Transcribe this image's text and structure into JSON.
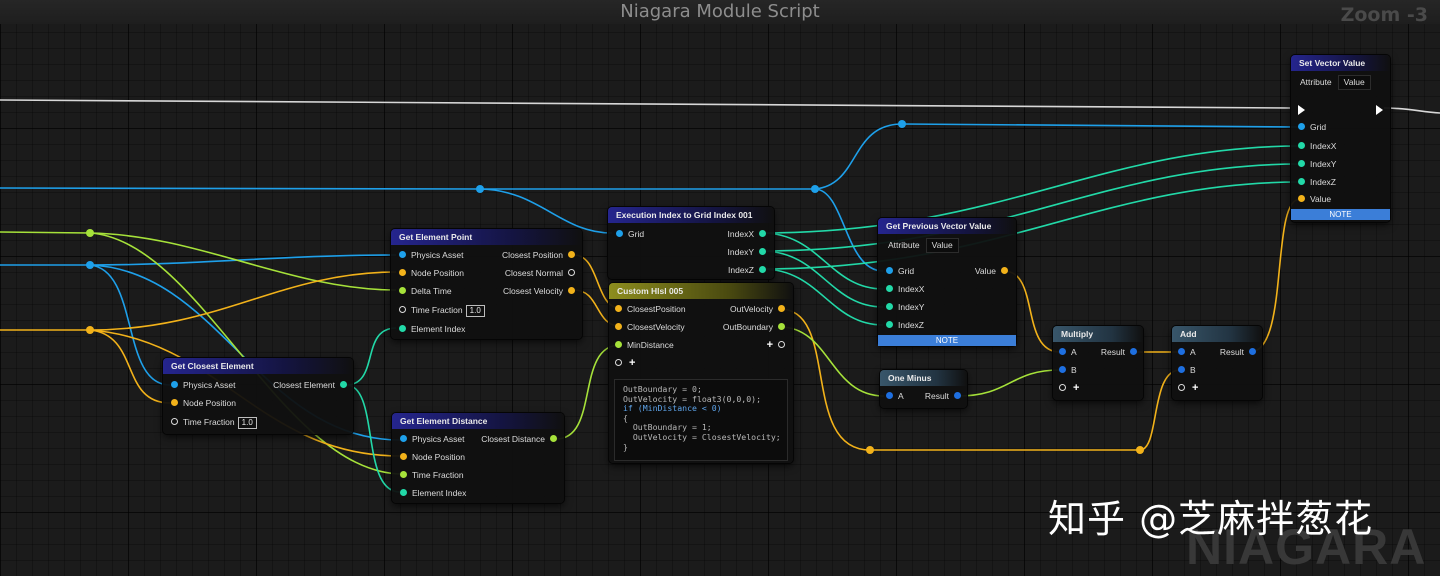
{
  "window": {
    "title": "Niagara Module Script",
    "zoom": "Zoom -3"
  },
  "colors": {
    "vector": "#f2b21a",
    "int": "#22d9a8",
    "float": "#a6e23a",
    "object": "#1ea0ea",
    "exec": "#ffffff",
    "note": "#3b7ed8"
  },
  "nodes": {
    "get_closest_element": {
      "title": "Get Closest Element",
      "inputs": [
        "Physics Asset",
        "Node Position",
        "Time Fraction"
      ],
      "time_fraction_value": "1.0",
      "output": "Closest Element"
    },
    "get_element_point": {
      "title": "Get Element Point",
      "inputs": [
        "Physics Asset",
        "Node Position",
        "Delta Time",
        "Time Fraction",
        "Element Index"
      ],
      "time_fraction_value": "1.0",
      "outputs": [
        "Closest Position",
        "Closest Normal",
        "Closest Velocity"
      ]
    },
    "get_element_distance": {
      "title": "Get Element Distance",
      "inputs": [
        "Physics Asset",
        "Node Position",
        "Time Fraction",
        "Element Index"
      ],
      "output": "Closest Distance"
    },
    "execution_index": {
      "title": "Execution Index to Grid Index 001",
      "input": "Grid",
      "outputs": [
        "IndexX",
        "IndexY",
        "IndexZ"
      ]
    },
    "custom_hlsl": {
      "title": "Custom Hlsl 005",
      "inputs": [
        "ClosestPosition",
        "ClosestVelocity",
        "MinDistance"
      ],
      "outputs": [
        "OutVelocity",
        "OutBoundary"
      ],
      "code": [
        "OutBoundary = 0;",
        "OutVelocity = float3(0,0,0);",
        "if (MinDistance < 0)",
        "{",
        "  OutBoundary = 1;",
        "  OutVelocity = ClosestVelocity;",
        "}"
      ]
    },
    "get_previous_vector_value": {
      "title": "Get Previous Vector Value",
      "attribute_label": "Attribute",
      "attribute_value": "Value",
      "inputs": [
        "Grid",
        "IndexX",
        "IndexY",
        "IndexZ"
      ],
      "output": "Value",
      "note": "NOTE"
    },
    "one_minus": {
      "title": "One Minus",
      "input": "A",
      "output": "Result"
    },
    "multiply": {
      "title": "Multiply",
      "inputs": [
        "A",
        "B"
      ],
      "output": "Result"
    },
    "add": {
      "title": "Add",
      "inputs": [
        "A",
        "B"
      ],
      "output": "Result"
    },
    "set_vector_value": {
      "title": "Set Vector Value",
      "attribute_label": "Attribute",
      "attribute_value": "Value",
      "inputs": [
        "Grid",
        "IndexX",
        "IndexY",
        "IndexZ",
        "Value"
      ],
      "note": "NOTE"
    }
  },
  "watermark": {
    "text": "知乎 @芝麻拌葱花",
    "logo": "NIAGARA"
  }
}
